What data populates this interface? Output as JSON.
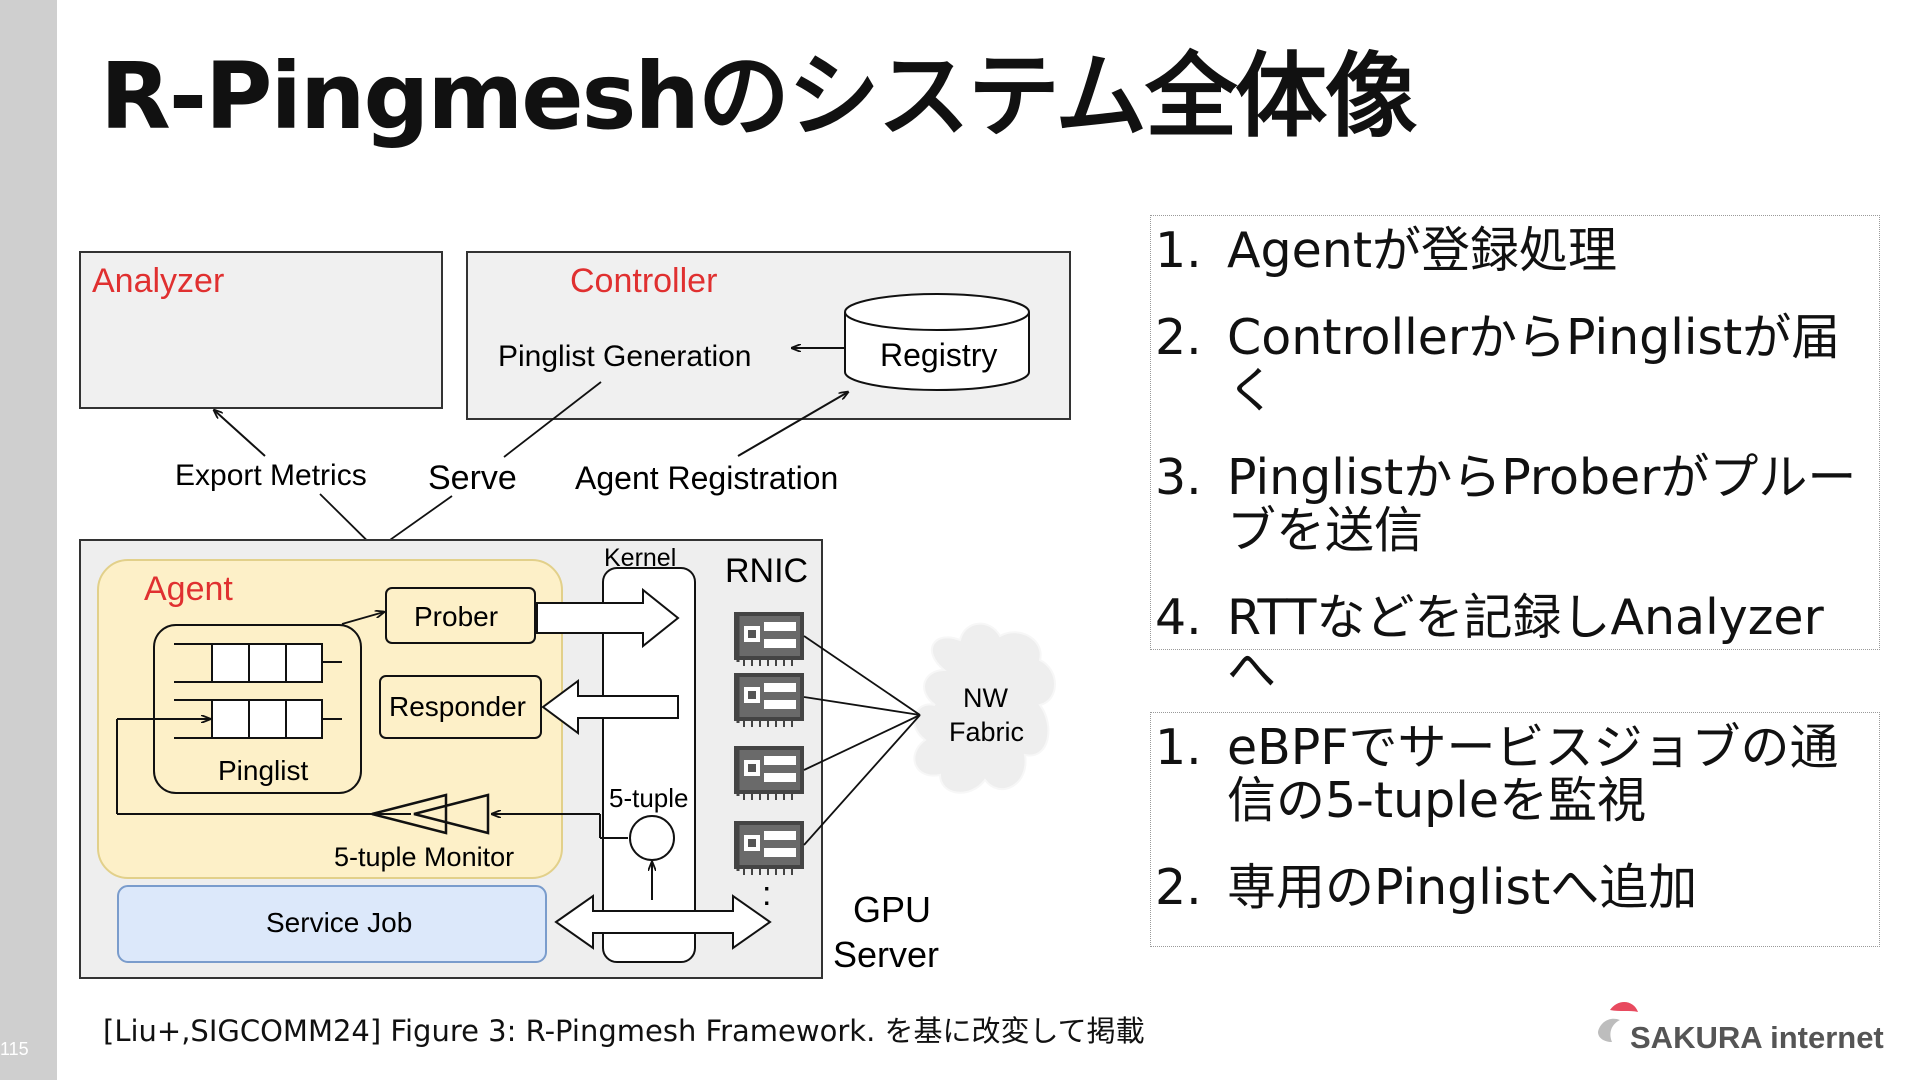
{
  "slide": {
    "page_number": "115",
    "title": "R-Pingmeshのシステム全体像",
    "caption": "[Liu+,SIGCOMM24] Figure 3: R-Pingmesh Framework. を基に改変して掲載",
    "logo_text": "SAKURA internet"
  },
  "diagram": {
    "analyzer": "Analyzer",
    "controller": "Controller",
    "pinglist_generation": "Pinglist Generation",
    "registry": "Registry",
    "export_metrics": "Export Metrics",
    "serve": "Serve",
    "agent_registration": "Agent Registration",
    "agent": "Agent",
    "prober": "Prober",
    "responder": "Responder",
    "pinglist": "Pinglist",
    "five_tuple_monitor": "5-tuple Monitor",
    "service_job": "Service Job",
    "kernel": "Kernel",
    "five_tuple": "5-tuple",
    "rnic": "RNIC",
    "nw_fabric_line1": "NW",
    "nw_fabric_line2": "Fabric",
    "gpu_server_line1": "GPU",
    "gpu_server_line2": "Server",
    "ellipsis": ":",
    "colors": {
      "red_label": "#e03030",
      "agent_fill": "#fdf0c8",
      "service_fill": "#dce8fa"
    }
  },
  "list1": [
    {
      "num": "1.",
      "text": "Agentが登録処理"
    },
    {
      "num": "2.",
      "text": "ControllerからPinglistが届く"
    },
    {
      "num": "3.",
      "text": "PinglistからProberがプルーブを送信"
    },
    {
      "num": "4.",
      "text": "RTTなどを記録しAnalyzerへ"
    }
  ],
  "list2": [
    {
      "num": "1.",
      "text": "eBPFでサービスジョブの通信の5-tupleを監視"
    },
    {
      "num": "2.",
      "text": "専用のPinglistへ追加"
    }
  ]
}
